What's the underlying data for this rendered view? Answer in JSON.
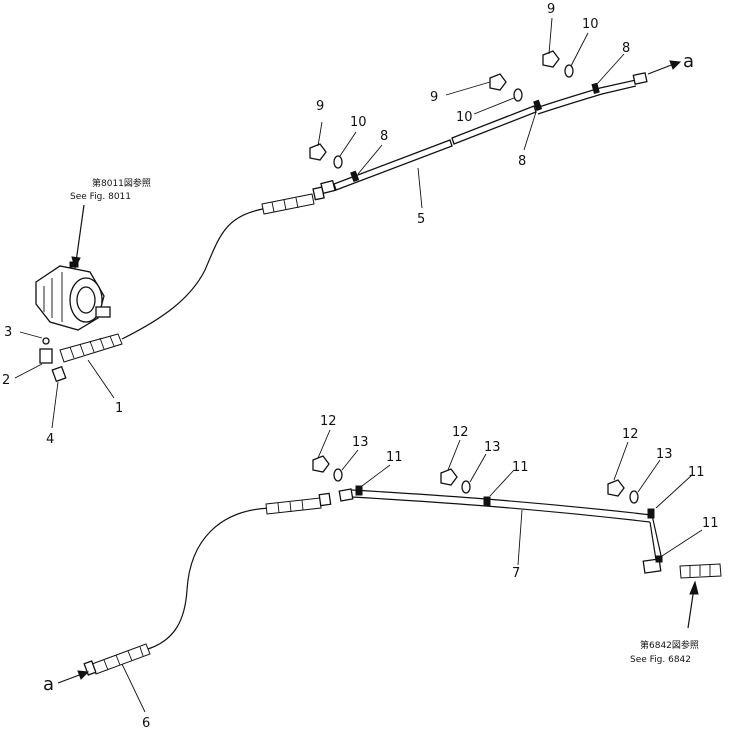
{
  "diagram": {
    "callouts": {
      "c1": "1",
      "c2": "2",
      "c3": "3",
      "c4": "4",
      "c5": "5",
      "c6": "6",
      "c7": "7",
      "c8a": "8",
      "c8b": "8",
      "c8c": "8",
      "c9a": "9",
      "c9b": "9",
      "c9c": "9",
      "c10a": "10",
      "c10b": "10",
      "c10c": "10",
      "c11a": "11",
      "c11b": "11",
      "c11c": "11",
      "c11d": "11",
      "c12a": "12",
      "c12b": "12",
      "c12c": "12",
      "c13a": "13",
      "c13b": "13",
      "c13c": "13"
    },
    "connector_top": "a",
    "connector_bottom": "a",
    "ref_top": {
      "jp": "第8011図参照",
      "en": "See Fig. 8011"
    },
    "ref_bottom": {
      "jp": "第6842図参照",
      "en": "See Fig. 6842"
    }
  }
}
